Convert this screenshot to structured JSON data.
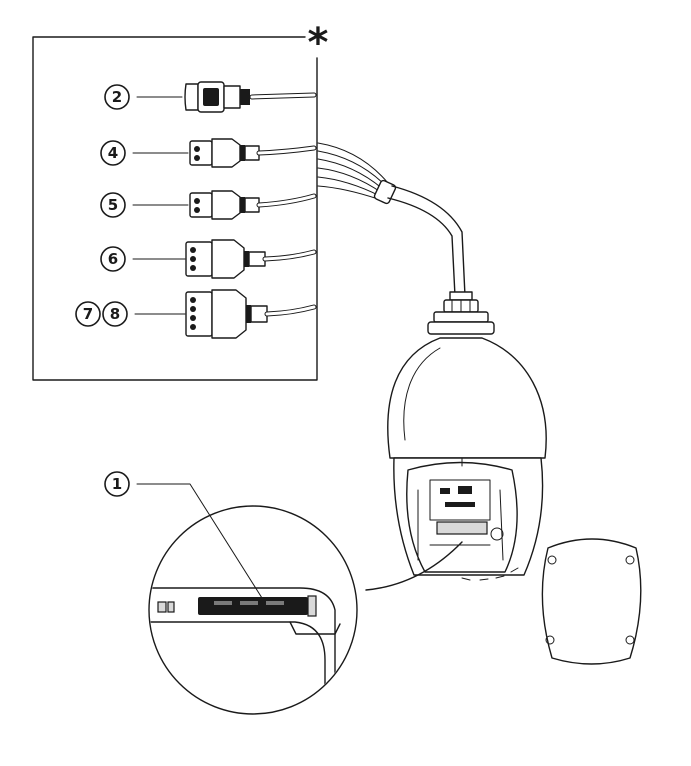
{
  "callouts": {
    "c1": "1",
    "c2": "2",
    "c4": "4",
    "c5": "5",
    "c6": "6",
    "c7": "7",
    "c8": "8"
  },
  "marker": "*",
  "colors": {
    "line": "#1a1a1a",
    "background": "#ffffff",
    "shade": "#d9d9d9"
  }
}
